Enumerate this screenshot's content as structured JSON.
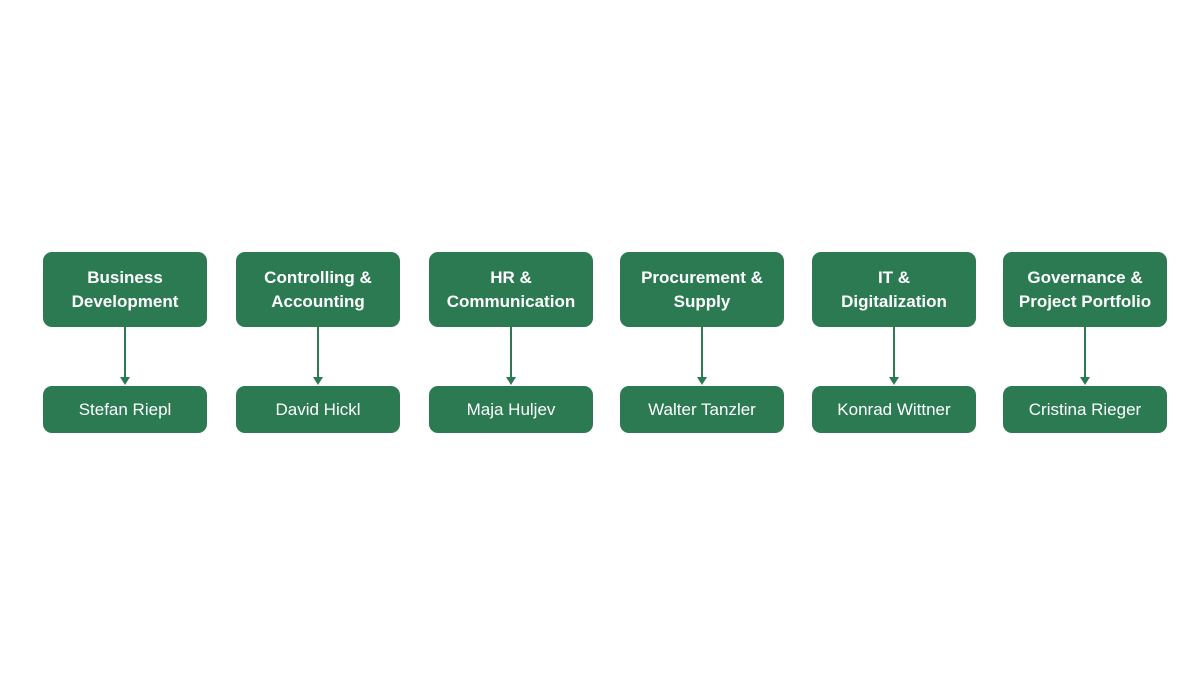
{
  "colors": {
    "box_fill": "#2b7a52",
    "text": "#ffffff",
    "connector": "#2b7a52",
    "background": "#ffffff"
  },
  "departments": [
    {
      "label": "Business\nDevelopment",
      "head": "Stefan Riepl"
    },
    {
      "label": "Controlling &\nAccounting",
      "head": "David Hickl"
    },
    {
      "label": "HR &\nCommunication",
      "head": "Maja Huljev"
    },
    {
      "label": "Procurement &\nSupply",
      "head": "Walter Tanzler"
    },
    {
      "label": "IT &\nDigitalization",
      "head": "Konrad Wittner"
    },
    {
      "label": "Governance &\nProject Portfolio",
      "head": "Cristina Rieger"
    }
  ]
}
